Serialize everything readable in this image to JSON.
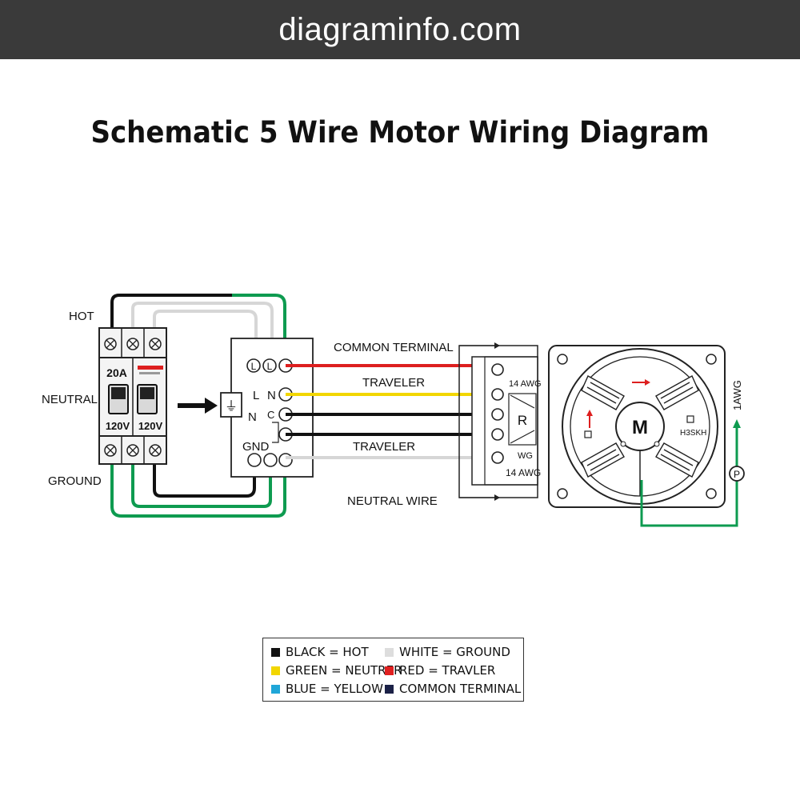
{
  "banner": {
    "text": "diagraminfo.com"
  },
  "title": "Schematic 5 Wire Motor Wiring Diagram",
  "panel": {
    "labels": {
      "hot": "HOT",
      "neutral": "NEUTRAL",
      "ground": "GROUND"
    },
    "breaker_rating": "20A",
    "voltage_left": "120V",
    "voltage_right": "120V"
  },
  "junction": {
    "terminal_l1": "L",
    "terminal_l2": "L",
    "label_l": "L",
    "label_n_top": "N",
    "label_n_bottom": "N",
    "label_c": "C",
    "label_gnd": "GND"
  },
  "wires": {
    "common_terminal": "COMMON TERMINAL",
    "traveler_top": "TRAVELER",
    "traveler_bottom": "TRAVELER",
    "neutral_wire": "NEUTRAL WIRE"
  },
  "switch_box": {
    "awg_top": "14 AWG",
    "center": "R",
    "wg": "WG",
    "awg_bottom": "14 AWG"
  },
  "motor": {
    "center": "M",
    "side_label": "1AWG",
    "small_label": "H3SKH",
    "ground_symbol": "P"
  },
  "legend": {
    "items": [
      {
        "label": "BLACK = HOT",
        "color": "#111111"
      },
      {
        "label": "WHITE = GROUND",
        "color": "#dddddd"
      },
      {
        "label": "GREEN = NEUTRER",
        "color": "#f2d600"
      },
      {
        "label": "RED = TRAVLER",
        "color": "#e02020"
      },
      {
        "label": "BLUE = YELLOW",
        "color": "#1fa6d8"
      },
      {
        "label": "COMMON TERMINAL",
        "color": "#1b2147"
      }
    ]
  },
  "colors": {
    "black": "#111111",
    "white_wire": "#d6d6d6",
    "green": "#0e9b50",
    "red": "#dd1f1f",
    "yellow": "#f2d600"
  }
}
